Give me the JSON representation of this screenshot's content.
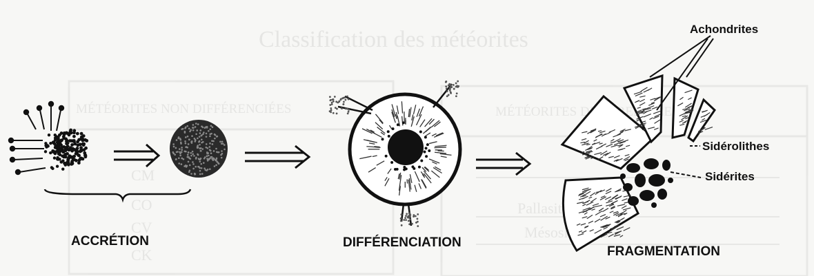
{
  "background_ghost": {
    "title": "Classification des météorites",
    "left_header": "MÉTÉORITES NON DIFFÉRENCIÉES",
    "right_header": "MÉTÉORITES DIFFÉRENCIÉES",
    "left_cells": [
      "CM",
      "CO",
      "CV",
      "CK"
    ],
    "right_cells": [
      "Pallasites",
      "Mésosidérites"
    ]
  },
  "stages": {
    "accretion": "ACCRÉTION",
    "differentiation": "DIFFÉRENCIATION",
    "fragmentation": "FRAGMENTATION"
  },
  "annotations": {
    "achondrites": "Achondrites",
    "siderolithes": "Sidérolithes",
    "siderites": "Sidérites"
  },
  "colors": {
    "ink": "#111111",
    "paper": "#f7f7f5",
    "ghost": "#e4e4e2"
  }
}
